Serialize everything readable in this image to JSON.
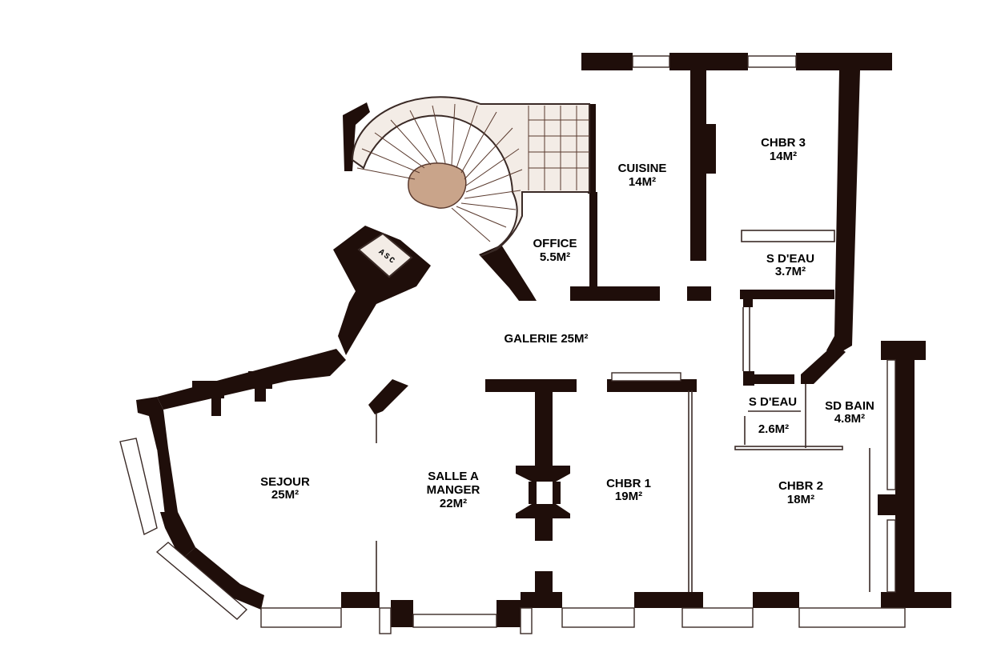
{
  "rooms": {
    "sejour": {
      "name": "SEJOUR",
      "area": "25M²"
    },
    "salle_a_manger": {
      "name_line1": "SALLE A",
      "name_line2": "MANGER",
      "area": "22M²"
    },
    "chbr1": {
      "name": "CHBR 1",
      "area": "19M²"
    },
    "chbr2": {
      "name": "CHBR 2",
      "area": "18M²"
    },
    "chbr3": {
      "name": "CHBR 3",
      "area": "14M²"
    },
    "cuisine": {
      "name": "CUISINE",
      "area": "14M²"
    },
    "office": {
      "name": "OFFICE",
      "area": "5.5M²"
    },
    "s_deau_1": {
      "name": "S D'EAU",
      "area": "3.7M²"
    },
    "s_deau_2": {
      "name": "S D'EAU",
      "area": "2.6M²"
    },
    "sd_bain": {
      "name": "SD BAIN",
      "area": "4.8M²"
    },
    "galerie": {
      "label": "GALERIE 25M²"
    }
  },
  "elevator": {
    "label": "ASC"
  },
  "colors": {
    "wall": "#1f0e0a",
    "stair_fill": "#f3ece6",
    "stair_core": "#c9a48a",
    "background": "#ffffff"
  }
}
